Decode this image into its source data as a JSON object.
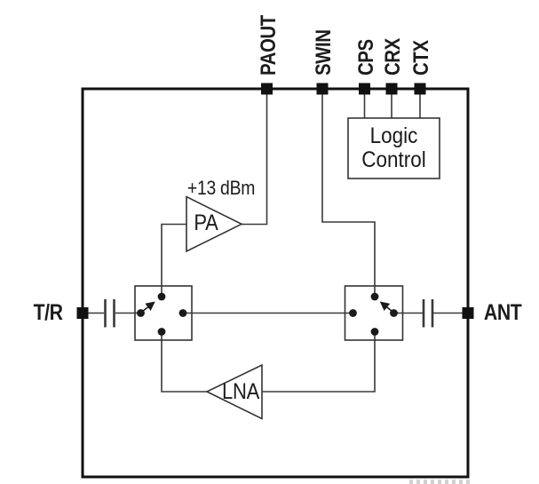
{
  "pins": {
    "top": [
      {
        "label": "PAOUT"
      },
      {
        "label": "SWIN"
      },
      {
        "label": "CPS"
      },
      {
        "label": "CRX"
      },
      {
        "label": "CTX"
      }
    ],
    "left": {
      "label": "T/R"
    },
    "right": {
      "label": "ANT"
    }
  },
  "blocks": {
    "logic_control": {
      "line1": "Logic",
      "line2": "Control"
    },
    "pa": {
      "label": "PA",
      "power": "+13 dBm"
    },
    "lna": {
      "label": "LNA"
    }
  },
  "colors": {
    "background": "#ffffff",
    "outline": "#111111",
    "wire": "#3a3a3a",
    "dot": "#1a1a1a",
    "figure_mark": "#c9c9c9"
  }
}
